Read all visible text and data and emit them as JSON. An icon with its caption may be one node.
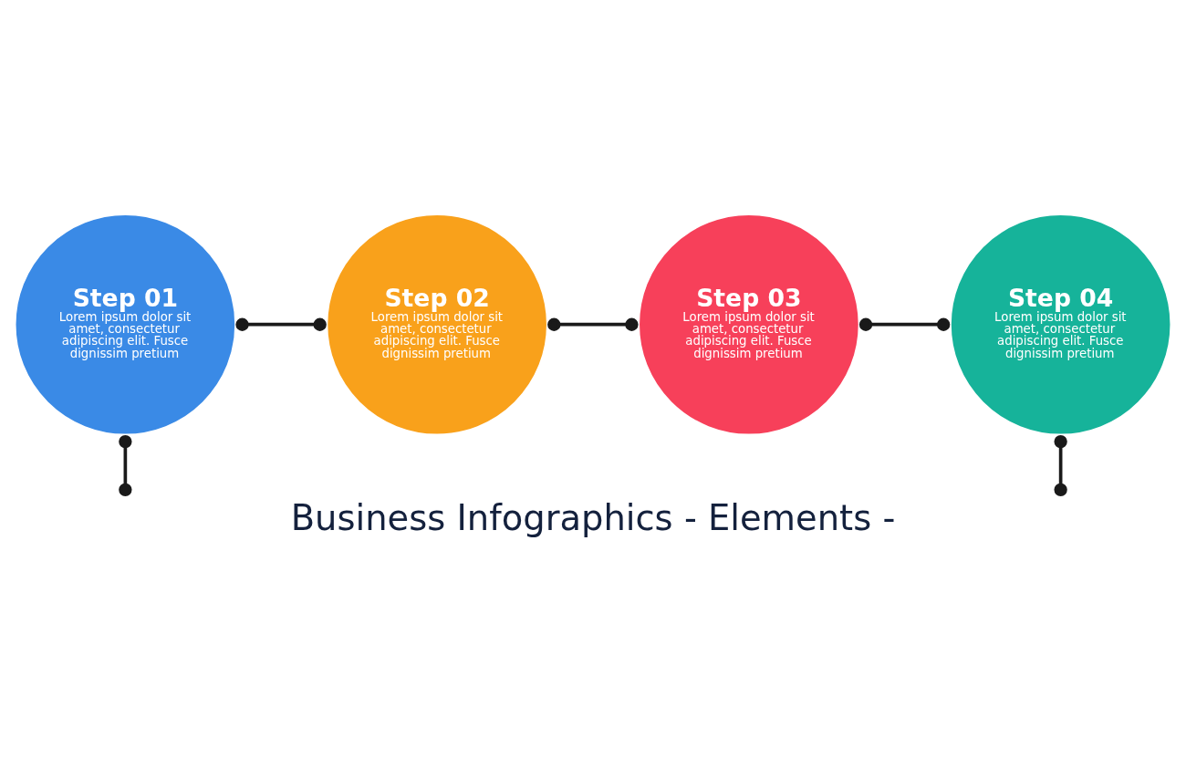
{
  "diagram": {
    "title": "Business Infographics - Elements -",
    "nodes": [
      {
        "text": [
          "Step 01",
          "Lorem ipsum dolor sit amet, consectetur adipiscing elit. Fusce dignissim pretium"
        ]
      },
      {
        "text": [
          "Step 02",
          "Lorem ipsum dolor sit amet, consectetur adipiscing elit. Fusce dignissim pretium"
        ]
      },
      {
        "text": [
          "Step 03",
          "Lorem ipsum dolor sit amet, consectetur adipiscing elit. Fusce dignissim pretium"
        ]
      },
      {
        "text": [
          "Step 04",
          "Lorem ipsum dolor sit amet, consectetur adipiscing elit. Fusce dignissim pretium"
        ]
      }
    ],
    "edges": [
      {
        "from": 0,
        "to": 1,
        "arrow": "other"
      },
      {
        "from": 1,
        "to": 2,
        "arrow": "other"
      },
      {
        "from": 2,
        "to": 3,
        "arrow": "other"
      },
      {
        "from": 0,
        "to": null,
        "arrow": "other"
      },
      {
        "from": 3,
        "to": null,
        "arrow": "other"
      }
    ]
  }
}
